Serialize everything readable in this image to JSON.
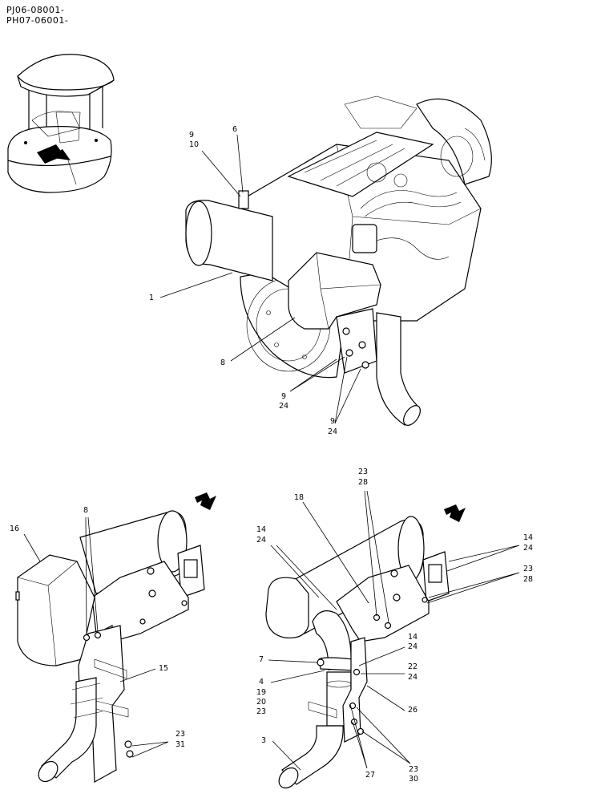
{
  "header": {
    "code_line_1": "PJ06-08001-",
    "code_line_2": "PH07-06001-"
  },
  "callouts": {
    "top_9": "9",
    "top_10": "10",
    "top_6": "6",
    "top_1": "1",
    "top_8": "8",
    "top_9b": "9",
    "top_24b": "24",
    "top_9c": "9",
    "top_24c": "24",
    "left_8": "8",
    "left_16": "16",
    "left_15": "15",
    "left_23": "23",
    "left_31": "31",
    "right_23a": "23",
    "right_28a": "28",
    "right_18": "18",
    "right_14a": "14",
    "right_24a": "24",
    "right_14b": "14",
    "right_24b": "24",
    "right_23b": "23",
    "right_28b": "28",
    "right_14c": "14",
    "right_24c": "24",
    "right_7": "7",
    "right_22": "22",
    "right_24d": "24",
    "right_4": "4",
    "right_19": "19",
    "right_20": "20",
    "right_23c": "23",
    "right_26": "26",
    "right_3": "3",
    "right_27": "27",
    "right_23d": "23",
    "right_30": "30"
  }
}
